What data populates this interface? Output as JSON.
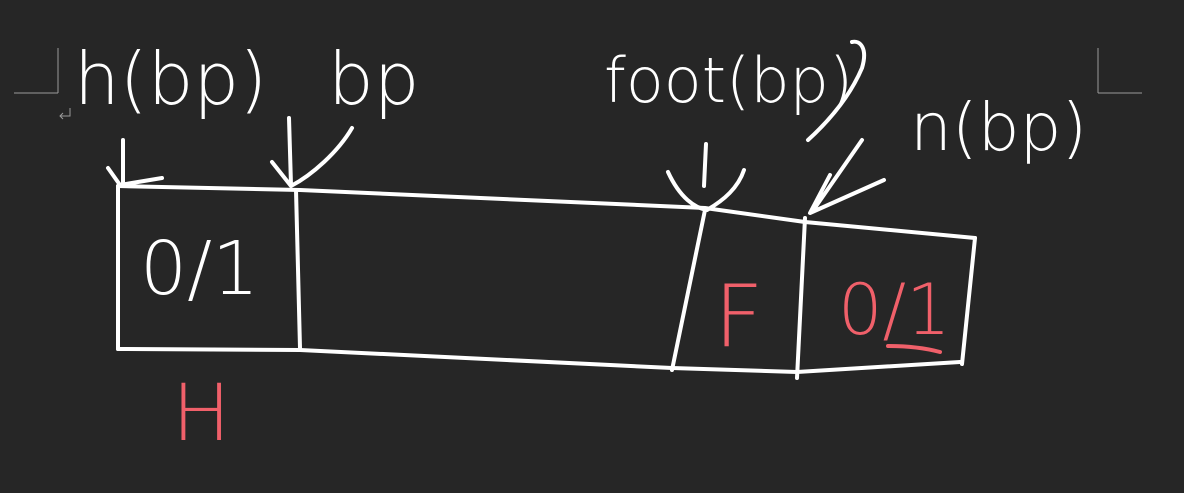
{
  "colors": {
    "background": "#262626",
    "stroke": "#ffffff",
    "accent": "#f0606a",
    "margin_marks": "#9a9a9a"
  },
  "labels": {
    "h_bp": "h(bp)",
    "bp": "bp",
    "foot_bp": "foot(bp)",
    "n_bp": "n(bp)",
    "header_value": "0/1",
    "footer_letter": "F",
    "next_value": "0/1",
    "header_letter": "H"
  }
}
